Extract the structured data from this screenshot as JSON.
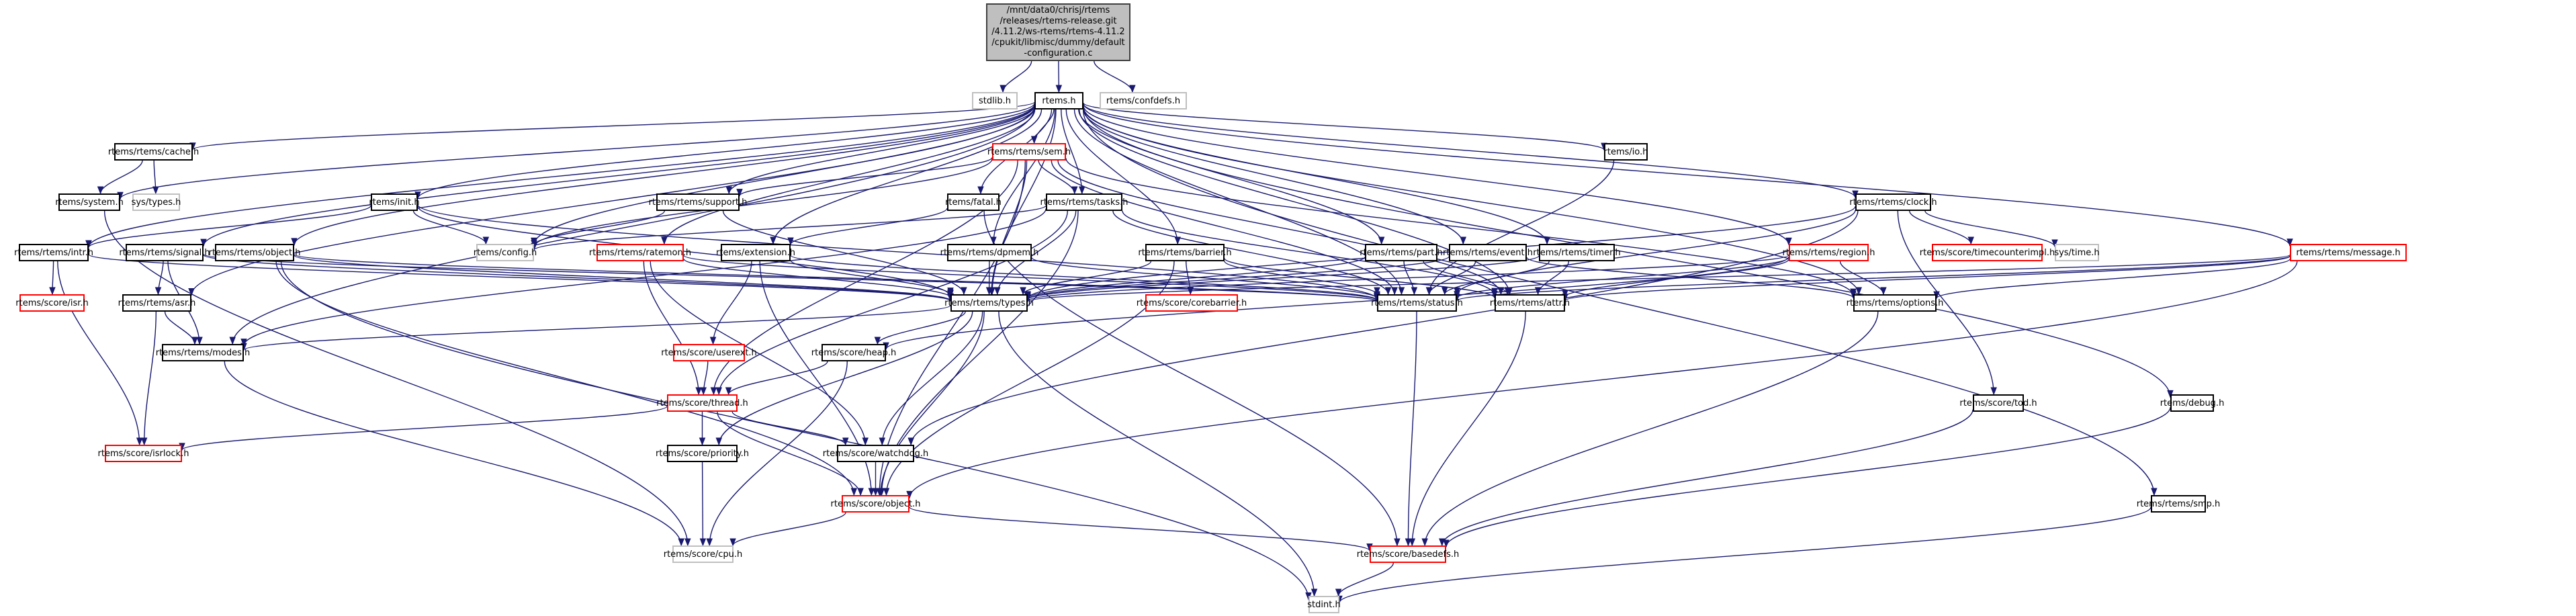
{
  "graph": {
    "title": "Include dependency graph",
    "edge_color": "#191970",
    "border_colors": {
      "documented": "#000000",
      "undocumented": "#ff0000",
      "external": "#bfbfbf",
      "root_fill": "#bfbfbf"
    },
    "nodes": [
      {
        "id": "root",
        "label": "/mnt/data0/chrisj/rtems\n/releases/rtems-release.git\n/4.11.2/ws-rtems/rtems-4.11.2\n/cpukit/libmisc/dummy/default\n-configuration.c",
        "kind": "root"
      },
      {
        "id": "stdlib",
        "label": "stdlib.h",
        "kind": "external"
      },
      {
        "id": "rtems",
        "label": "rtems.h",
        "kind": "documented"
      },
      {
        "id": "confdefs",
        "label": "rtems/confdefs.h",
        "kind": "external"
      },
      {
        "id": "cache",
        "label": "rtems/rtems/cache.h",
        "kind": "documented"
      },
      {
        "id": "system",
        "label": "rtems/system.h",
        "kind": "documented"
      },
      {
        "id": "systypes",
        "label": "sys/types.h",
        "kind": "external"
      },
      {
        "id": "init",
        "label": "rtems/init.h",
        "kind": "documented"
      },
      {
        "id": "intr",
        "label": "rtems/rtems/intr.h",
        "kind": "documented"
      },
      {
        "id": "signal",
        "label": "rtems/rtems/signal.h",
        "kind": "documented"
      },
      {
        "id": "object",
        "label": "rtems/rtems/object.h",
        "kind": "documented"
      },
      {
        "id": "isr",
        "label": "rtems/score/isr.h",
        "kind": "undocumented"
      },
      {
        "id": "asr",
        "label": "rtems/rtems/asr.h",
        "kind": "documented"
      },
      {
        "id": "modes",
        "label": "rtems/rtems/modes.h",
        "kind": "documented"
      },
      {
        "id": "isrlock",
        "label": "rtems/score/isrlock.h",
        "kind": "undocumented"
      },
      {
        "id": "config",
        "label": "rtems/config.h",
        "kind": "external"
      },
      {
        "id": "support",
        "label": "rtems/rtems/support.h",
        "kind": "documented"
      },
      {
        "id": "ratemon",
        "label": "rtems/rtems/ratemon.h",
        "kind": "undocumented"
      },
      {
        "id": "extension",
        "label": "rtems/extension.h",
        "kind": "documented"
      },
      {
        "id": "sem",
        "label": "rtems/rtems/sem.h",
        "kind": "undocumented"
      },
      {
        "id": "fatal",
        "label": "rtems/fatal.h",
        "kind": "documented"
      },
      {
        "id": "tasks",
        "label": "rtems/rtems/tasks.h",
        "kind": "documented"
      },
      {
        "id": "dpmem",
        "label": "rtems/rtems/dpmem.h",
        "kind": "documented"
      },
      {
        "id": "barrier",
        "label": "rtems/rtems/barrier.h",
        "kind": "documented"
      },
      {
        "id": "types",
        "label": "rtems/rtems/types.h",
        "kind": "documented"
      },
      {
        "id": "corebarrier",
        "label": "rtems/score/corebarrier.h",
        "kind": "undocumented"
      },
      {
        "id": "io",
        "label": "rtems/io.h",
        "kind": "documented"
      },
      {
        "id": "part",
        "label": "rtems/rtems/part.h",
        "kind": "documented"
      },
      {
        "id": "event",
        "label": "rtems/rtems/event.h",
        "kind": "documented"
      },
      {
        "id": "timer",
        "label": "rtems/rtems/timer.h",
        "kind": "documented"
      },
      {
        "id": "status",
        "label": "rtems/rtems/status.h",
        "kind": "documented"
      },
      {
        "id": "attr",
        "label": "rtems/rtems/attr.h",
        "kind": "documented"
      },
      {
        "id": "clock",
        "label": "rtems/rtems/clock.h",
        "kind": "documented"
      },
      {
        "id": "region",
        "label": "rtems/rtems/region.h",
        "kind": "undocumented"
      },
      {
        "id": "timecounterimpl",
        "label": "rtems/score/timecounterimpl.h",
        "kind": "undocumented"
      },
      {
        "id": "systime",
        "label": "sys/time.h",
        "kind": "external"
      },
      {
        "id": "options",
        "label": "rtems/rtems/options.h",
        "kind": "documented"
      },
      {
        "id": "message",
        "label": "rtems/rtems/message.h",
        "kind": "undocumented"
      },
      {
        "id": "userext",
        "label": "rtems/score/userext.h",
        "kind": "undocumented"
      },
      {
        "id": "heap",
        "label": "rtems/score/heap.h",
        "kind": "documented"
      },
      {
        "id": "thread",
        "label": "rtems/score/thread.h",
        "kind": "undocumented"
      },
      {
        "id": "priority",
        "label": "rtems/score/priority.h",
        "kind": "documented"
      },
      {
        "id": "watchdog",
        "label": "rtems/score/watchdog.h",
        "kind": "documented"
      },
      {
        "id": "scoreobject",
        "label": "rtems/score/object.h",
        "kind": "undocumented"
      },
      {
        "id": "cpu",
        "label": "rtems/score/cpu.h",
        "kind": "external"
      },
      {
        "id": "basedefs",
        "label": "rtems/score/basedefs.h",
        "kind": "undocumented"
      },
      {
        "id": "stdint",
        "label": "stdint.h",
        "kind": "external"
      },
      {
        "id": "tod",
        "label": "rtems/score/tod.h",
        "kind": "documented"
      },
      {
        "id": "debug",
        "label": "rtems/debug.h",
        "kind": "documented"
      },
      {
        "id": "smp",
        "label": "rtems/rtems/smp.h",
        "kind": "documented"
      }
    ],
    "edges": [
      [
        "root",
        "stdlib"
      ],
      [
        "root",
        "rtems"
      ],
      [
        "root",
        "confdefs"
      ],
      [
        "rtems",
        "cache"
      ],
      [
        "rtems",
        "system"
      ],
      [
        "rtems",
        "init"
      ],
      [
        "rtems",
        "intr"
      ],
      [
        "rtems",
        "signal"
      ],
      [
        "rtems",
        "object"
      ],
      [
        "rtems",
        "config"
      ],
      [
        "rtems",
        "support"
      ],
      [
        "rtems",
        "ratemon"
      ],
      [
        "rtems",
        "extension"
      ],
      [
        "rtems",
        "sem"
      ],
      [
        "rtems",
        "fatal"
      ],
      [
        "rtems",
        "tasks"
      ],
      [
        "rtems",
        "dpmem"
      ],
      [
        "rtems",
        "barrier"
      ],
      [
        "rtems",
        "types"
      ],
      [
        "rtems",
        "io"
      ],
      [
        "rtems",
        "part"
      ],
      [
        "rtems",
        "event"
      ],
      [
        "rtems",
        "timer"
      ],
      [
        "rtems",
        "status"
      ],
      [
        "rtems",
        "clock"
      ],
      [
        "rtems",
        "region"
      ],
      [
        "rtems",
        "options"
      ],
      [
        "rtems",
        "message"
      ],
      [
        "rtems",
        "debug"
      ],
      [
        "rtems",
        "smp"
      ],
      [
        "rtems",
        "attr"
      ],
      [
        "rtems",
        "asr"
      ],
      [
        "rtems",
        "modes"
      ],
      [
        "cache",
        "system"
      ],
      [
        "cache",
        "systypes"
      ],
      [
        "system",
        "cpu"
      ],
      [
        "init",
        "config"
      ],
      [
        "init",
        "types"
      ],
      [
        "init",
        "status"
      ],
      [
        "init",
        "intr"
      ],
      [
        "intr",
        "isr"
      ],
      [
        "intr",
        "isrlock"
      ],
      [
        "intr",
        "types"
      ],
      [
        "signal",
        "asr"
      ],
      [
        "signal",
        "modes"
      ],
      [
        "signal",
        "types"
      ],
      [
        "signal",
        "status"
      ],
      [
        "object",
        "types"
      ],
      [
        "object",
        "status"
      ],
      [
        "object",
        "scoreobject"
      ],
      [
        "object",
        "stdint"
      ],
      [
        "asr",
        "modes"
      ],
      [
        "asr",
        "isrlock"
      ],
      [
        "modes",
        "cpu"
      ],
      [
        "support",
        "types"
      ],
      [
        "support",
        "config"
      ],
      [
        "ratemon",
        "types"
      ],
      [
        "ratemon",
        "status"
      ],
      [
        "ratemon",
        "thread"
      ],
      [
        "ratemon",
        "watchdog"
      ],
      [
        "extension",
        "types"
      ],
      [
        "extension",
        "status"
      ],
      [
        "extension",
        "userext"
      ],
      [
        "extension",
        "scoreobject"
      ],
      [
        "sem",
        "tasks"
      ],
      [
        "sem",
        "types"
      ],
      [
        "sem",
        "status"
      ],
      [
        "sem",
        "attr"
      ],
      [
        "sem",
        "options"
      ],
      [
        "sem",
        "support"
      ],
      [
        "sem",
        "config"
      ],
      [
        "sem",
        "thread"
      ],
      [
        "sem",
        "scoreobject"
      ],
      [
        "fatal",
        "basedefs"
      ],
      [
        "fatal",
        "extension"
      ],
      [
        "tasks",
        "types"
      ],
      [
        "tasks",
        "status"
      ],
      [
        "tasks",
        "attr"
      ],
      [
        "tasks",
        "modes"
      ],
      [
        "tasks",
        "thread"
      ],
      [
        "tasks",
        "scoreobject"
      ],
      [
        "tasks",
        "config"
      ],
      [
        "dpmem",
        "types"
      ],
      [
        "dpmem",
        "status"
      ],
      [
        "barrier",
        "types"
      ],
      [
        "barrier",
        "status"
      ],
      [
        "barrier",
        "attr"
      ],
      [
        "barrier",
        "corebarrier"
      ],
      [
        "barrier",
        "scoreobject"
      ],
      [
        "types",
        "modes"
      ],
      [
        "types",
        "heap"
      ],
      [
        "types",
        "priority"
      ],
      [
        "types",
        "watchdog"
      ],
      [
        "types",
        "scoreobject"
      ],
      [
        "types",
        "stdint"
      ],
      [
        "io",
        "status"
      ],
      [
        "part",
        "types"
      ],
      [
        "part",
        "status"
      ],
      [
        "part",
        "attr"
      ],
      [
        "event",
        "types"
      ],
      [
        "event",
        "status"
      ],
      [
        "event",
        "options"
      ],
      [
        "timer",
        "types"
      ],
      [
        "timer",
        "status"
      ],
      [
        "timer",
        "attr"
      ],
      [
        "status",
        "basedefs"
      ],
      [
        "attr",
        "basedefs"
      ],
      [
        "clock",
        "types"
      ],
      [
        "clock",
        "status"
      ],
      [
        "clock",
        "timecounterimpl"
      ],
      [
        "clock",
        "systime"
      ],
      [
        "clock",
        "tod"
      ],
      [
        "clock",
        "watchdog"
      ],
      [
        "region",
        "types"
      ],
      [
        "region",
        "status"
      ],
      [
        "region",
        "attr"
      ],
      [
        "region",
        "options"
      ],
      [
        "region",
        "heap"
      ],
      [
        "options",
        "basedefs"
      ],
      [
        "message",
        "types"
      ],
      [
        "message",
        "status"
      ],
      [
        "message",
        "attr"
      ],
      [
        "message",
        "options"
      ],
      [
        "message",
        "scoreobject"
      ],
      [
        "userext",
        "thread"
      ],
      [
        "heap",
        "thread"
      ],
      [
        "heap",
        "cpu"
      ],
      [
        "thread",
        "priority"
      ],
      [
        "thread",
        "watchdog"
      ],
      [
        "thread",
        "scoreobject"
      ],
      [
        "thread",
        "isrlock"
      ],
      [
        "priority",
        "cpu"
      ],
      [
        "watchdog",
        "scoreobject"
      ],
      [
        "scoreobject",
        "cpu"
      ],
      [
        "scoreobject",
        "basedefs"
      ],
      [
        "basedefs",
        "stdint"
      ],
      [
        "tod",
        "basedefs"
      ],
      [
        "debug",
        "basedefs"
      ],
      [
        "smp",
        "stdint"
      ]
    ]
  }
}
